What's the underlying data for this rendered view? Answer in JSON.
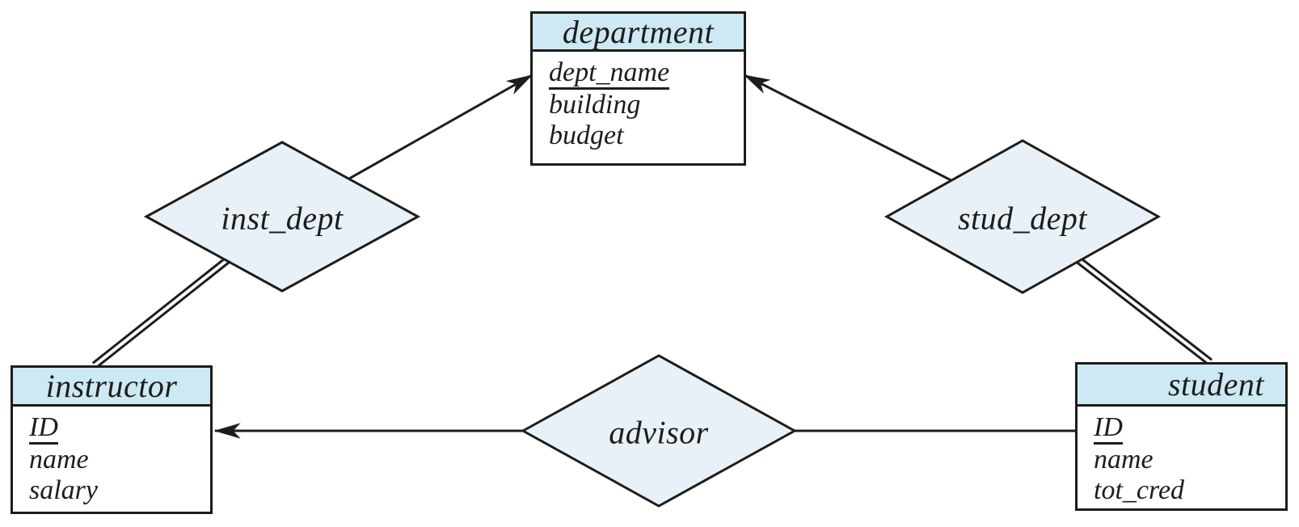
{
  "type": "entity-relationship-diagram",
  "colors": {
    "entity_header_fill": "#cde9f3",
    "relationship_fill": "#e9f1f8",
    "line": "#1d1d1b",
    "background": "#ffffff"
  },
  "entities": [
    {
      "name": "department",
      "key_attribute": "dept_name",
      "attributes": [
        "dept_name",
        "building",
        "budget"
      ]
    },
    {
      "name": "instructor",
      "key_attribute": "ID",
      "attributes": [
        "ID",
        "name",
        "salary"
      ]
    },
    {
      "name": "student",
      "key_attribute": "ID",
      "attributes": [
        "ID",
        "name",
        "tot_cred"
      ]
    }
  ],
  "relationships": [
    {
      "name": "inst_dept",
      "between": [
        "instructor",
        "department"
      ],
      "arrow_points_to": "department",
      "double_line_side": "instructor"
    },
    {
      "name": "stud_dept",
      "between": [
        "student",
        "department"
      ],
      "arrow_points_to": "department",
      "double_line_side": "student"
    },
    {
      "name": "advisor",
      "between": [
        "instructor",
        "student"
      ],
      "arrow_points_to": "instructor",
      "double_line_side": ""
    }
  ]
}
